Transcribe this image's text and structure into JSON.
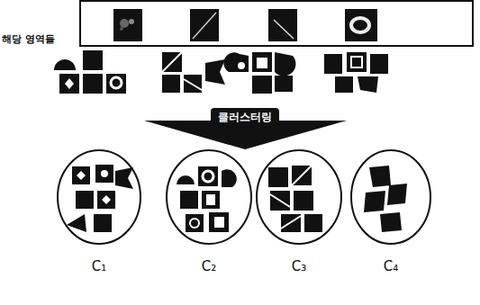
{
  "diagram": {
    "nodes": [
      {
        "text": [
          "클러스터링"
        ]
      },
      {
        "text": [
          "C₁"
        ]
      },
      {
        "text": [
          "C₂"
        ]
      },
      {
        "text": [
          "C₃"
        ]
      },
      {
        "text": [
          "C₄"
        ]
      }
    ],
    "labels": [
      "해당 영역들"
    ]
  }
}
